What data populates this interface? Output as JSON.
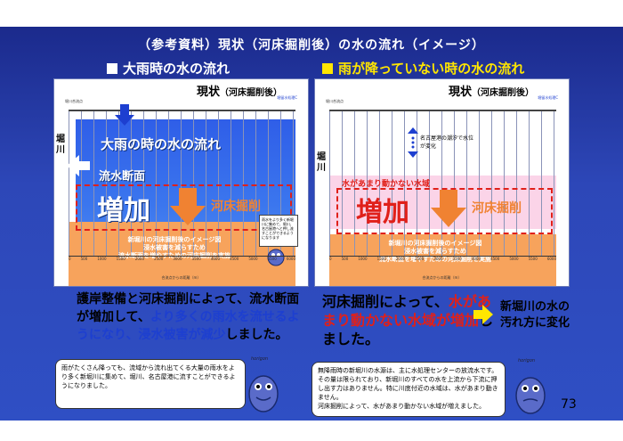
{
  "title": "（参考資料）現状（河床掘削後）の水の流れ（イメージ）",
  "left": {
    "heading": "大雨時の水の流れ",
    "panel_title": "現状",
    "panel_title_sub": "（河床掘削後）",
    "side_label": "堀川",
    "station_start": "堀川合流点",
    "station_end": "堀留水処理C",
    "flow_title": "大雨の時の水の流れ",
    "flow_section": "流水断面",
    "increase": "増加",
    "excavation": "河床掘削",
    "callout": "雨水をより多く新堀川に集めて、堀川、名古屋港へと押し流すことができるようになります",
    "caption_line1": "新堀川の河床掘削後のイメージ図",
    "caption_line2": "浸水被害を減らすため",
    "caption_line3": "流水断面を増やすための河床掘削を実施",
    "axis_ticks": [
      "0",
      "500",
      "1000",
      "1500",
      "2000",
      "2500",
      "3000",
      "3500",
      "4000",
      "4500",
      "5000",
      "5500",
      "6000"
    ],
    "axis_label": "合流点からの距離（m）",
    "summary_p1": "護岸整備と河床掘削によって、流水断面が増加して、",
    "summary_b1": "より多くの雨水を流せるようになり、浸水被害が減少",
    "summary_p2": "しました。",
    "note": "雨がたくさん降っても、流域から流れ出てくる大量の雨水をより多く新堀川に集めて、堀川、名古屋港に流すことができるようになりました。",
    "mascot_label": "horigon"
  },
  "right": {
    "heading": "雨が降っていない時の水の流れ",
    "panel_title": "現状",
    "panel_title_sub": "（河床掘削後）",
    "side_label": "堀川",
    "station_start": "堀川合流点",
    "station_end": "堀留水処理C",
    "tide_note": "名古屋港の潮汐で水位が変化",
    "still_water": "水があまり動かない水域",
    "increase": "増加",
    "excavation": "河床掘削",
    "caption_line1": "新堀川の河床掘削後のイメージ図",
    "caption_line2": "浸水被害を減らすため",
    "caption_line3": "流水断面を増やすための河床掘削を実施",
    "axis_ticks": [
      "0",
      "500",
      "1000",
      "1500",
      "2000",
      "2500",
      "3000",
      "3500",
      "4000",
      "4500",
      "5000",
      "5500",
      "6000"
    ],
    "axis_label": "合流点からの距離（m）",
    "summary_p1": "河床掘削によって、",
    "summary_r1": "水があまり動かない水域が増加",
    "summary_p2": "しました。",
    "pollution": "新堀川の水の汚れ方に変化",
    "note_l1": "無降雨時の新堀川の水源は、主に水処理センターの放流水です。その量は限られており、新堀川のすべての水を上流から下流に押し出す力はありません。特に川底付近の水域は、水があまり動きません。",
    "note_l2": "河床掘削によって、水があまり動かない水域が増えました。",
    "mascot_label": "horigon"
  },
  "page_number": "73",
  "colors": {
    "bg": "#2d47b8",
    "water": "#3b76ee",
    "bed": "#f7a35c",
    "still": "#fbd4e8",
    "red": "#e0201a",
    "yellow": "#ffe600"
  }
}
